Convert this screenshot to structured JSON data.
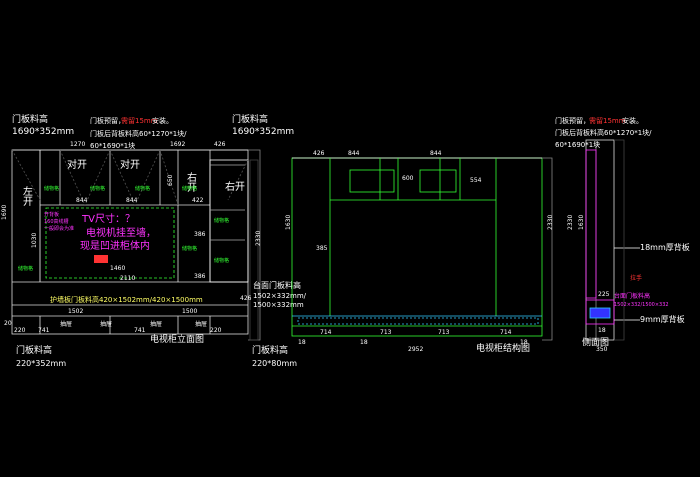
{
  "labels": {
    "door_top_left": "门板料高",
    "door_top_left_size": "1690*352mm",
    "door_top_mid": "门板料高",
    "door_top_mid_size": "1690*352mm",
    "note_tm_1a": "门板预留，",
    "note_tm_1b": "需留15mm",
    "note_tm_1c": "安装。",
    "note_tm_2": "门板后背板料高60*1270*1块/",
    "note_tm_3": "60*1690*1块",
    "note_r_1a": "门板预留，",
    "note_r_1b": "需留15mm",
    "note_r_1c": "安装。",
    "note_r_2": "门板后背板料高60*1270*1块/",
    "note_r_3": "60*1690*1块",
    "left_open": "左开",
    "open_1": "对开",
    "open_2": "对开",
    "right_open": "右开",
    "right_open_2": "右开",
    "tv_q": "TV尺寸：？",
    "tv_wall": "电视机挂至墙，",
    "tv_recess": "现是凹进柜体内",
    "left_note_1": "开背板",
    "left_note_2": "160高线槽",
    "left_note_3": "一般即会为准",
    "guard_panel": "护墙板门板料高420×1502mm/420×1500mm",
    "countertop": "台面门板料高",
    "countertop_size1": "1502×332mm/",
    "countertop_size2": "1500×332mm",
    "door_bl": "门板料高",
    "door_bl_size": "220*352mm",
    "door_bm": "门板料高",
    "door_bm_size": "220*80mm",
    "title_front": "电视柜立面图",
    "title_struct": "电视柜结构图",
    "title_side": "侧面图",
    "back_18": "18mm厚背板",
    "back_9": "9mm厚背板",
    "drawer_a": "抽屉",
    "drawer_b": "抽屉",
    "drawer_c": "抽屉",
    "drawer_d": "抽屉",
    "side_door": "台面门板料高",
    "side_door_size": "1502×332/1500×332",
    "red_mark": "拉手",
    "small_1": "储物格",
    "small_2": "储物格",
    "small_3": "储物格",
    "small_4": "储物格",
    "small_5": "储物格",
    "small_6": "储物格",
    "small_7": "储物格",
    "small_8": "储物格"
  },
  "dims": {
    "d1270": "1270",
    "d1692": "1692",
    "d426a": "426",
    "d426b": "426",
    "d844a": "844",
    "d844b": "844",
    "d422": "422",
    "d386a": "386",
    "d386b": "386",
    "d1690": "1690",
    "d2330": "2330",
    "d1030": "1030",
    "d650": "650",
    "d2110": "2110",
    "d1460": "1460",
    "d1502": "1502",
    "d1500": "1500",
    "d741a": "741",
    "d741b": "741",
    "d220a": "220",
    "d220b": "220",
    "d20": "20",
    "s426": "426",
    "s844a": "844",
    "s844b": "844",
    "s1630": "1630",
    "s2330": "2330",
    "s714": "714",
    "s713a": "713",
    "s713b": "713",
    "s714b": "714",
    "s2952": "2952",
    "s18a": "18",
    "s18b": "18",
    "s18c": "18",
    "s385": "385",
    "s600": "600",
    "s554": "554",
    "r1630": "1630",
    "r2330": "2330",
    "r18": "18",
    "r350": "350",
    "r225": "225"
  }
}
